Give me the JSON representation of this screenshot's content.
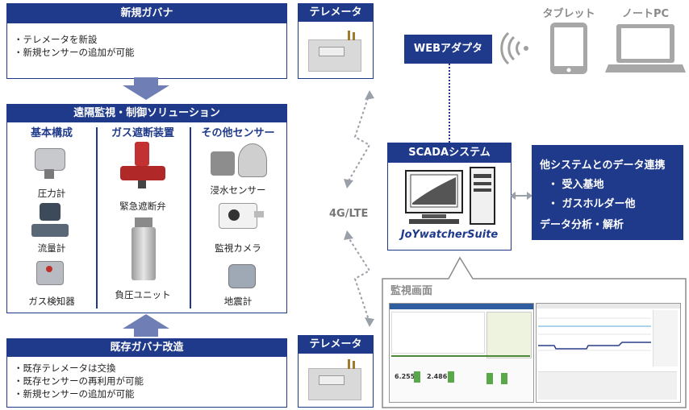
{
  "new_governor": {
    "title": "新規ガバナ",
    "bullets": [
      "・テレメータを新設",
      "・新規センサーの追加が可能"
    ]
  },
  "telemeter_top": {
    "title": "テレメータ"
  },
  "telemeter_bottom": {
    "title": "テレメータ"
  },
  "remote_solution": {
    "title": "遠隔監視・制御ソリューション",
    "columns": [
      {
        "header": "基本構成",
        "items": [
          "圧力計",
          "流量計",
          "ガス検知器"
        ]
      },
      {
        "header": "ガス遮断装置",
        "items": [
          "緊急遮断弁",
          "負圧ユニット"
        ]
      },
      {
        "header": "その他センサー",
        "items": [
          "浸水センサー",
          "監視カメラ",
          "地震計"
        ]
      }
    ]
  },
  "existing_governor": {
    "title": "既存ガバナ改造",
    "bullets": [
      "・既存テレメータは交換",
      "・既存センサーの再利用が可能",
      "・新規センサーの追加が可能"
    ]
  },
  "network_label": "4G/LTE",
  "web_adapter": "WEBアダプタ",
  "tablet_label": "タブレット",
  "notebook_label": "ノートPC",
  "scada": {
    "title": "SCADAシステム",
    "brand": "JoYwatcherSuite"
  },
  "data_linkage": {
    "title": "他システムとのデータ連携",
    "items": [
      "・ 受入基地",
      "・ ガスホルダー他"
    ],
    "footer": "データ分析・解析"
  },
  "monitor": {
    "title": "監視画面",
    "values": [
      "6.255",
      "2.486"
    ]
  },
  "colors": {
    "navy": "#1f3a8a",
    "gray": "#8a8a8a",
    "arrow": "#6f7fb5"
  }
}
